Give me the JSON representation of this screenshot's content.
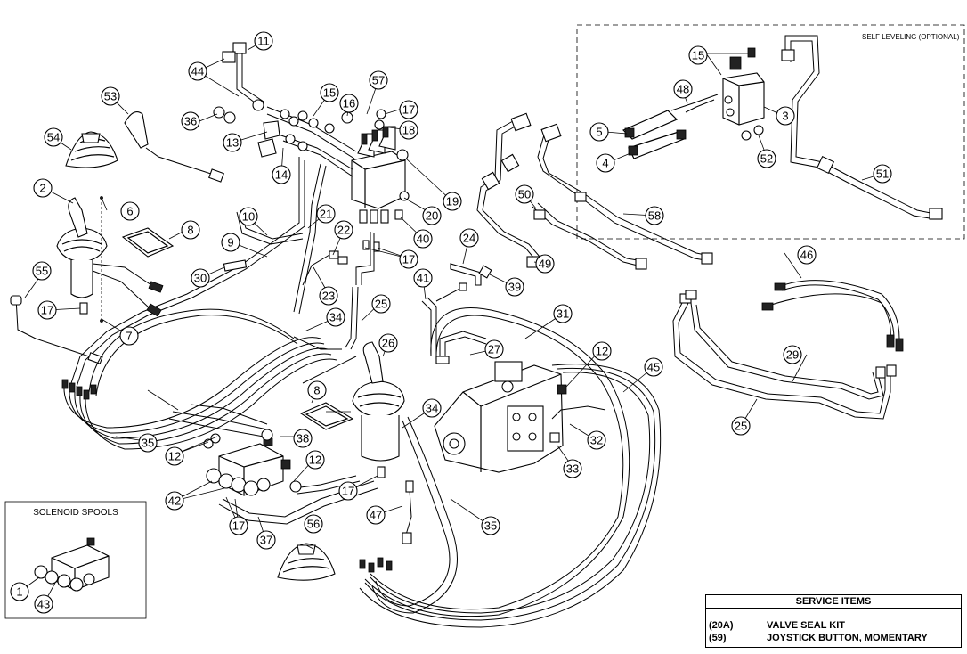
{
  "insets": {
    "self_leveling": "SELF LEVELING (OPTIONAL)",
    "solenoid_spools": "SOLENOID SPOOLS"
  },
  "service": {
    "title": "SERVICE ITEMS",
    "items": [
      {
        "code": "(20A)",
        "desc": "VALVE SEAL KIT"
      },
      {
        "code": "(59)",
        "desc": "JOYSTICK BUTTON, MOMENTARY"
      }
    ]
  },
  "callouts": [
    "1",
    "2",
    "3",
    "4",
    "5",
    "6",
    "7",
    "8",
    "8",
    "9",
    "10",
    "11",
    "12",
    "12",
    "12",
    "12",
    "13",
    "14",
    "15",
    "15",
    "16",
    "17",
    "17",
    "17",
    "17",
    "17",
    "18",
    "19",
    "20",
    "21",
    "22",
    "23",
    "24",
    "25",
    "25",
    "26",
    "27",
    "29",
    "30",
    "31",
    "32",
    "33",
    "34",
    "34",
    "35",
    "35",
    "36",
    "37",
    "38",
    "39",
    "40",
    "41",
    "42",
    "43",
    "44",
    "45",
    "46",
    "47",
    "48",
    "49",
    "50",
    "51",
    "52",
    "53",
    "54",
    "55",
    "56",
    "57",
    "58"
  ]
}
